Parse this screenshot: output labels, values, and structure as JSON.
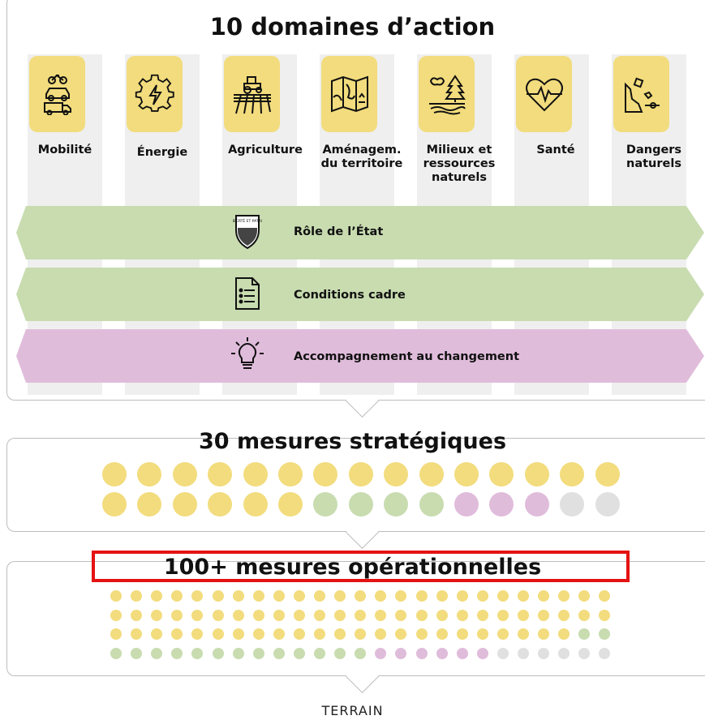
{
  "title": "10 domaines d’action",
  "domains": [
    {
      "label": "Mobilité",
      "icon": "mobility-icon"
    },
    {
      "label": "Énergie",
      "icon": "energy-gear-icon"
    },
    {
      "label": "Agriculture",
      "icon": "tractor-field-icon"
    },
    {
      "label": "Aménagem.\ndu territoire",
      "icon": "map-icon"
    },
    {
      "label": "Milieux et\nressources\nnaturels",
      "icon": "forest-butterfly-icon"
    },
    {
      "label": "Santé",
      "icon": "heartbeat-icon"
    },
    {
      "label": "Dangers\nnaturels",
      "icon": "rockfall-icon"
    }
  ],
  "bands": [
    {
      "label": "Rôle de l’État",
      "icon": "shield-icon",
      "shield_text": "LIBERTÉ ET PATRIE",
      "color": "#c8dcb0"
    },
    {
      "label": "Conditions cadre",
      "icon": "document-list-icon",
      "color": "#c8dcb0"
    },
    {
      "label": "Accompagnement au changement",
      "icon": "lightbulb-icon",
      "color": "#e0bcdb"
    }
  ],
  "strategic": {
    "title": "30 mesures stratégiques",
    "counts": {
      "yellow": 21,
      "green": 4,
      "pink": 3,
      "grey": 2
    }
  },
  "operational": {
    "title": "100+ mesures opérationnelles",
    "counts": {
      "yellow": 73,
      "green": 15,
      "pink": 6,
      "grey": 6
    }
  },
  "colors": {
    "yellow": "#f2dc7d",
    "green": "#c8dcb0",
    "pink": "#e0bcdb",
    "grey": "#e0e0e0",
    "highlight": "#e51212"
  },
  "footer": "TERRAIN"
}
